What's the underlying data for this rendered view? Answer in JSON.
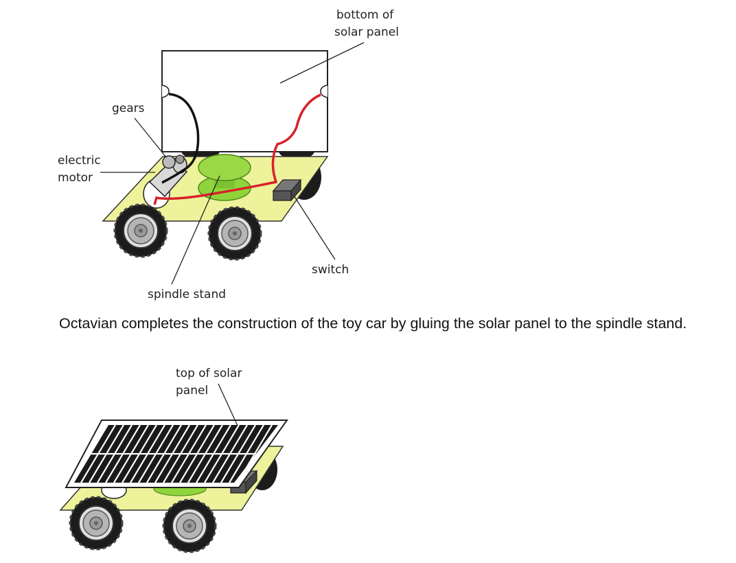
{
  "diagram1": {
    "labels": {
      "solar_bottom_line1": "bottom of",
      "solar_bottom_line2": "solar panel",
      "gears": "gears",
      "motor_line1": "electric",
      "motor_line2": "motor",
      "switch": "switch",
      "spindle": "spindle stand"
    }
  },
  "caption": "Octavian completes the construction of the toy car by gluing the solar panel to the spindle stand.",
  "diagram2": {
    "labels": {
      "solar_top_line1": "top of solar",
      "solar_top_line2": "panel"
    }
  },
  "colors": {
    "chassis": "#eef29a",
    "spindle": "#8fd43a",
    "wire_red": "#d8212a",
    "wire_black": "#111111",
    "tyre": "#222222",
    "hub": "#bdbdbd"
  }
}
